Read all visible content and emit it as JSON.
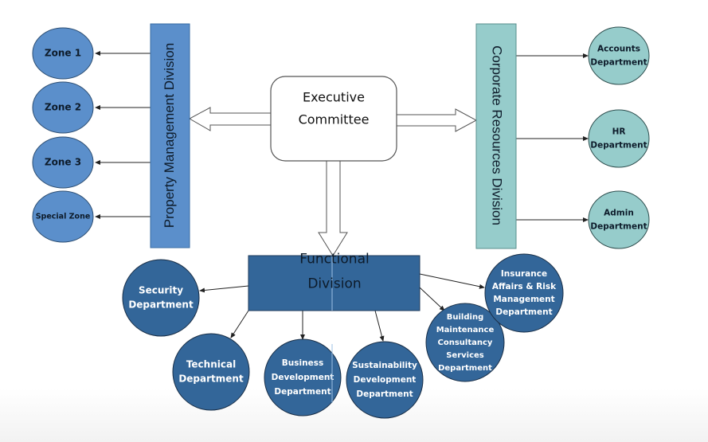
{
  "colors": {
    "left_blue": "#5b8fcb",
    "teal": "#96cccb",
    "dark_blue": "#336699",
    "stroke": "#333333"
  },
  "executive": {
    "lines": [
      "Executive",
      "Committee"
    ]
  },
  "property_division": {
    "label": "Property Management Division",
    "children": [
      {
        "lines": [
          "Zone 1"
        ]
      },
      {
        "lines": [
          "Zone 2"
        ]
      },
      {
        "lines": [
          "Zone 3"
        ]
      },
      {
        "lines": [
          "Special Zone"
        ]
      }
    ]
  },
  "corporate_division": {
    "label": "Corporate Resources Division",
    "children": [
      {
        "lines": [
          "Accounts",
          "Department"
        ]
      },
      {
        "lines": [
          "HR",
          "Department"
        ]
      },
      {
        "lines": [
          "Admin",
          "Department"
        ]
      }
    ]
  },
  "functional_division": {
    "lines": [
      "Functional",
      "Division"
    ],
    "children": [
      {
        "lines": [
          "Security",
          "Department"
        ]
      },
      {
        "lines": [
          "Technical",
          "Department"
        ]
      },
      {
        "lines": [
          "Business",
          "Development",
          "Department"
        ]
      },
      {
        "lines": [
          "Sustainability",
          "Development",
          "Department"
        ]
      },
      {
        "lines": [
          "Building",
          "Maintenance",
          "Consultancy",
          "Services",
          "Department"
        ]
      },
      {
        "lines": [
          "Insurance",
          "Affairs & Risk",
          "Management",
          "Department"
        ]
      }
    ]
  }
}
